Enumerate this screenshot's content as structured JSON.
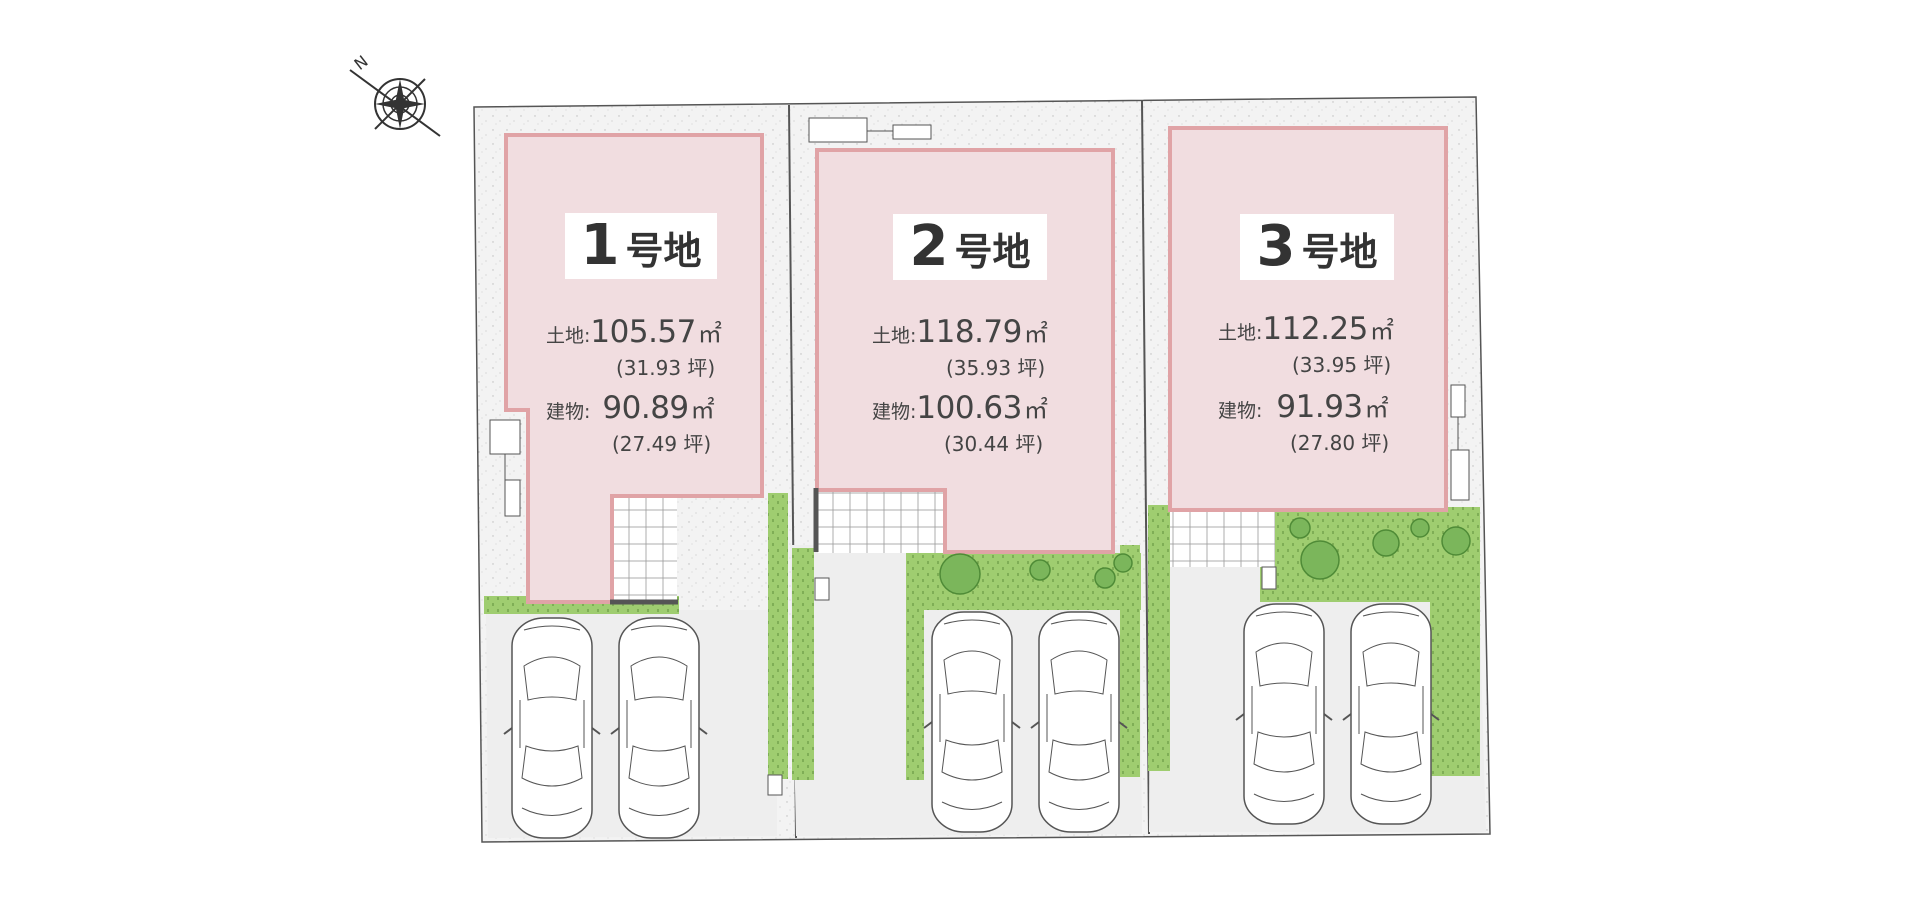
{
  "compass": {
    "label": "N",
    "icon": "compass-rose-icon"
  },
  "colors": {
    "lot_fill": "#f1dde0",
    "lot_border": "#e0a3a6",
    "lawn": "#9dcc6d",
    "paving": "#eeeeee",
    "gravel": "#f2f2f2",
    "tree": "#7bb65b"
  },
  "lots": [
    {
      "number": "1",
      "suffix": "号地",
      "land_label": "土地:",
      "land_value": "105.57",
      "land_unit": "㎡",
      "land_tsubo": "(31.93 坪)",
      "building_label": "建物:",
      "building_value": "90.89",
      "building_unit": "㎡",
      "building_tsubo": "(27.49 坪)"
    },
    {
      "number": "2",
      "suffix": "号地",
      "land_label": "土地:",
      "land_value": "118.79",
      "land_unit": "㎡",
      "land_tsubo": "(35.93 坪)",
      "building_label": "建物:",
      "building_value": "100.63",
      "building_unit": "㎡",
      "building_tsubo": "(30.44 坪)"
    },
    {
      "number": "3",
      "suffix": "号地",
      "land_label": "土地:",
      "land_value": "112.25",
      "land_unit": "㎡",
      "land_tsubo": "(33.95 坪)",
      "building_label": "建物:",
      "building_value": "91.93",
      "building_unit": "㎡",
      "building_tsubo": "(27.80 坪)"
    }
  ]
}
